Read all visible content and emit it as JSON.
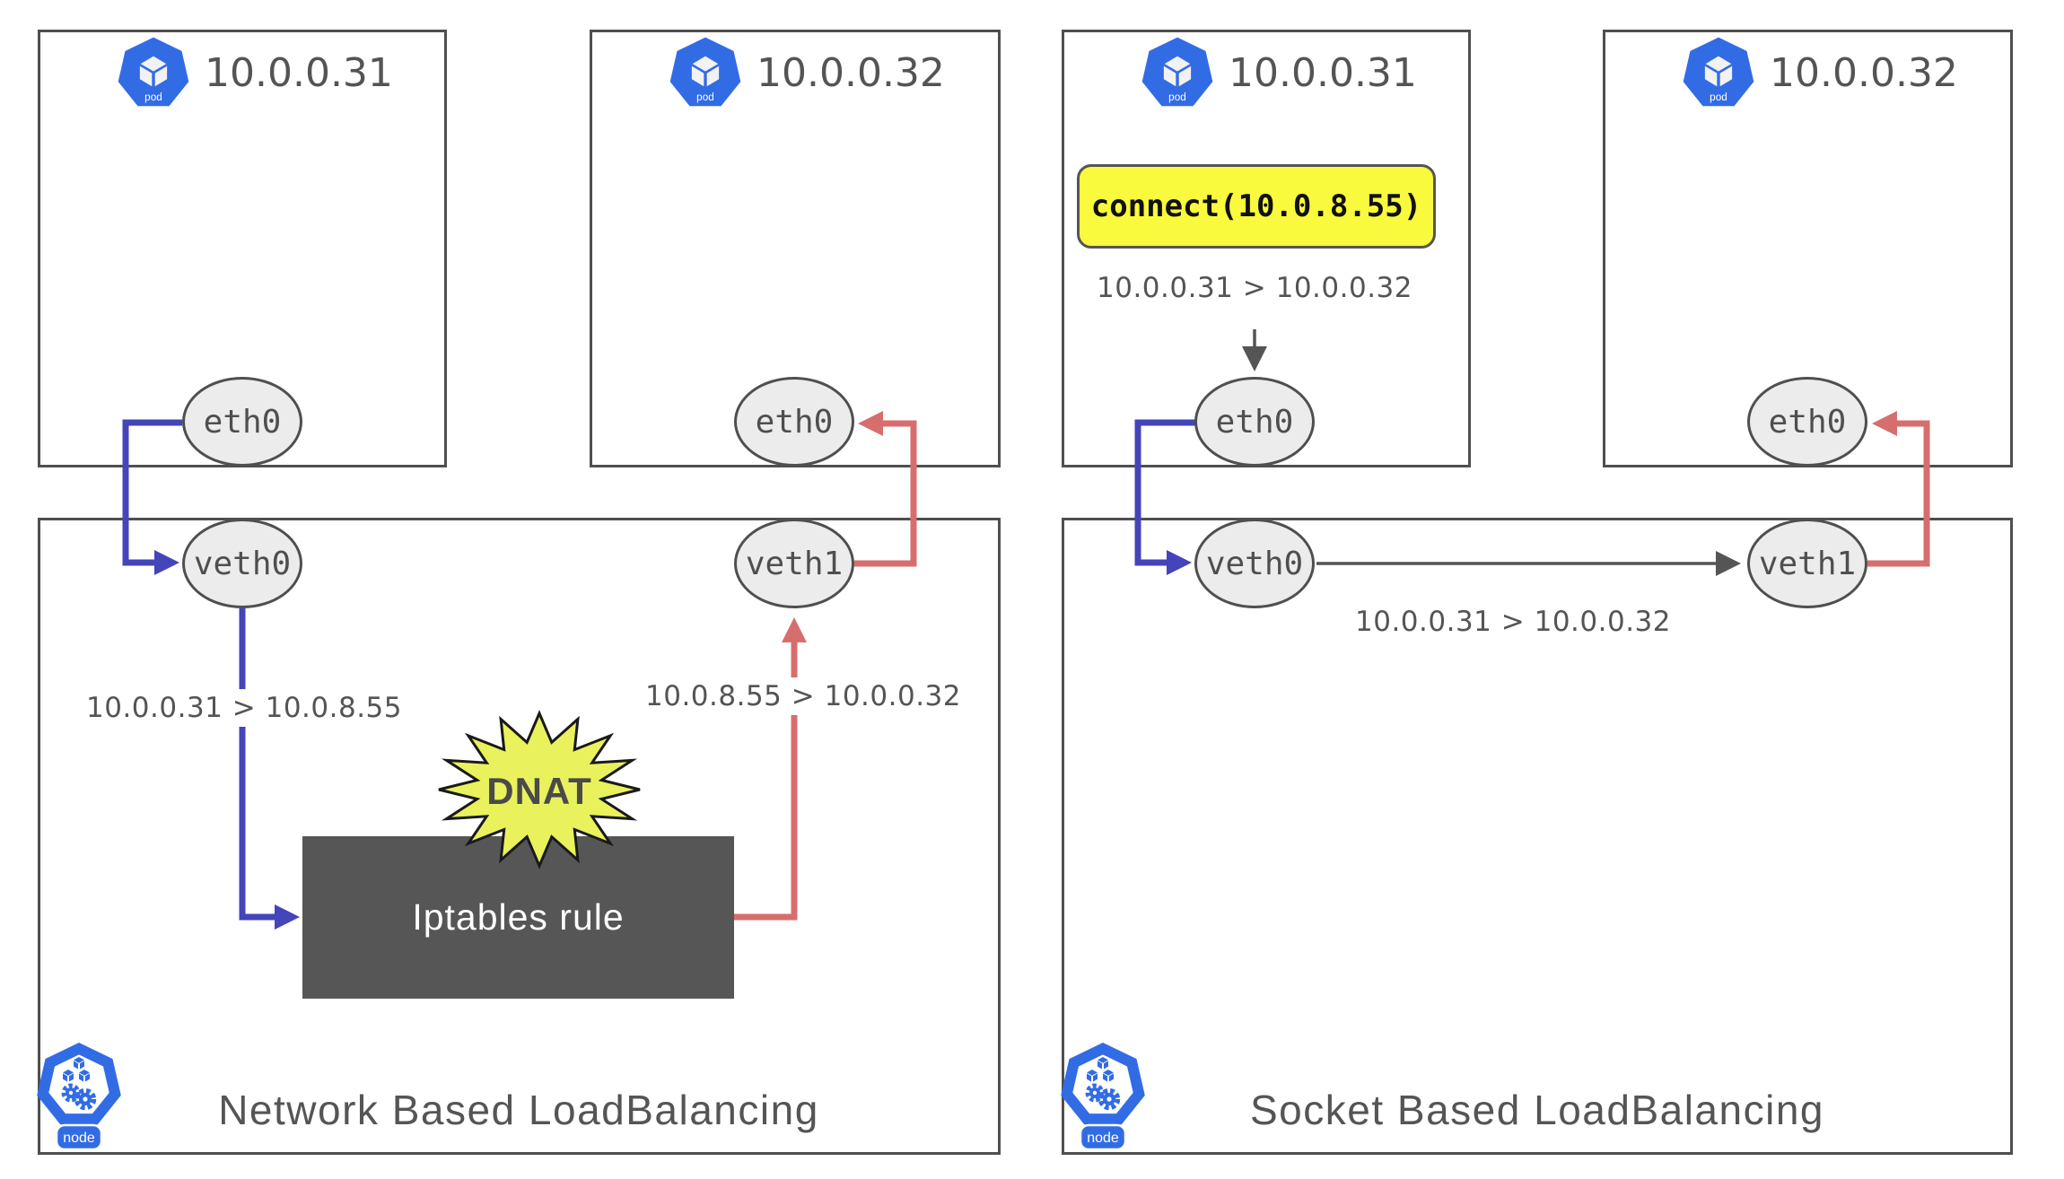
{
  "diagram": {
    "left_title": "Network Based LoadBalancing",
    "right_title": "Socket Based LoadBalancing"
  },
  "pods": [
    {
      "ip": "10.0.0.31",
      "badge": "pod"
    },
    {
      "ip": "10.0.0.32",
      "badge": "pod"
    },
    {
      "ip": "10.0.0.31",
      "badge": "pod"
    },
    {
      "ip": "10.0.0.32",
      "badge": "pod"
    }
  ],
  "node_badge": "node",
  "interfaces": {
    "left_pod1_eth": "eth0",
    "left_pod2_eth": "eth0",
    "left_veth0": "veth0",
    "left_veth1": "veth1",
    "right_pod1_eth": "eth0",
    "right_pod2_eth": "eth0",
    "right_veth0": "veth0",
    "right_veth1": "veth1"
  },
  "flow_labels": {
    "left_pre_dnat": "10.0.0.31 > 10.0.8.55",
    "left_post_dnat": "10.0.8.55 > 10.0.0.32",
    "right_connect_flow": "10.0.0.31 > 10.0.0.32",
    "right_veth_flow": "10.0.0.31 > 10.0.0.32"
  },
  "connect_call": "connect(10.0.8.55)",
  "dnat_label": "DNAT",
  "iptables_label": "Iptables rule",
  "colors": {
    "outgoing_blue": "#4444bb",
    "return_red": "#d76e6e",
    "neutral_gray": "#555555",
    "highlight_yellow": "#f9f93d",
    "dnat_star_yellow": "#e9f25c",
    "kubernetes_blue": "#326ce5",
    "iptables_box_gray": "#565656",
    "interface_fill": "#ececec"
  }
}
